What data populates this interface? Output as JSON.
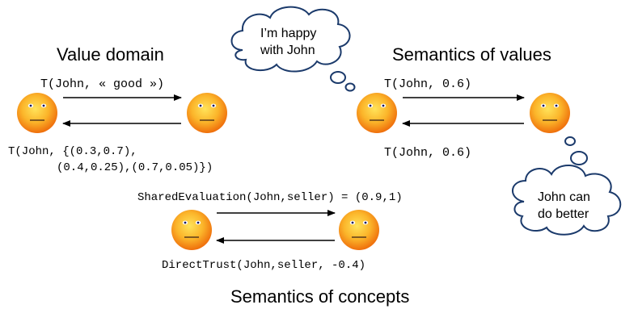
{
  "sections": {
    "value_domain_title": "Value domain",
    "semantics_values_title": "Semantics of values",
    "semantics_concepts_title": "Semantics of concepts"
  },
  "messages": {
    "vd_forward": "T(John, « good »)",
    "vd_back_line1": "T(John, {(0.3,0.7),",
    "vd_back_line2": "(0.4,0.25),(0.7,0.05)})",
    "sv_forward": "T(John, 0.6)",
    "sv_back": "T(John, 0.6)",
    "sc_forward": "SharedEvaluation(John,seller) = (0.9,1)",
    "sc_back": "DirectTrust(John,seller, -0.4)"
  },
  "thoughts": {
    "left_line1": "I’m happy",
    "left_line2": "with John",
    "right_line1": "John can",
    "right_line2": "do better"
  },
  "colors": {
    "face_center": "#ffd84a",
    "face_edge": "#f07a10",
    "cloud_stroke": "#1b3a6b",
    "eye": "#1a1a60"
  },
  "icons": [
    "agent-face-icon",
    "thought-cloud-icon",
    "arrow-right-icon",
    "arrow-left-icon"
  ]
}
